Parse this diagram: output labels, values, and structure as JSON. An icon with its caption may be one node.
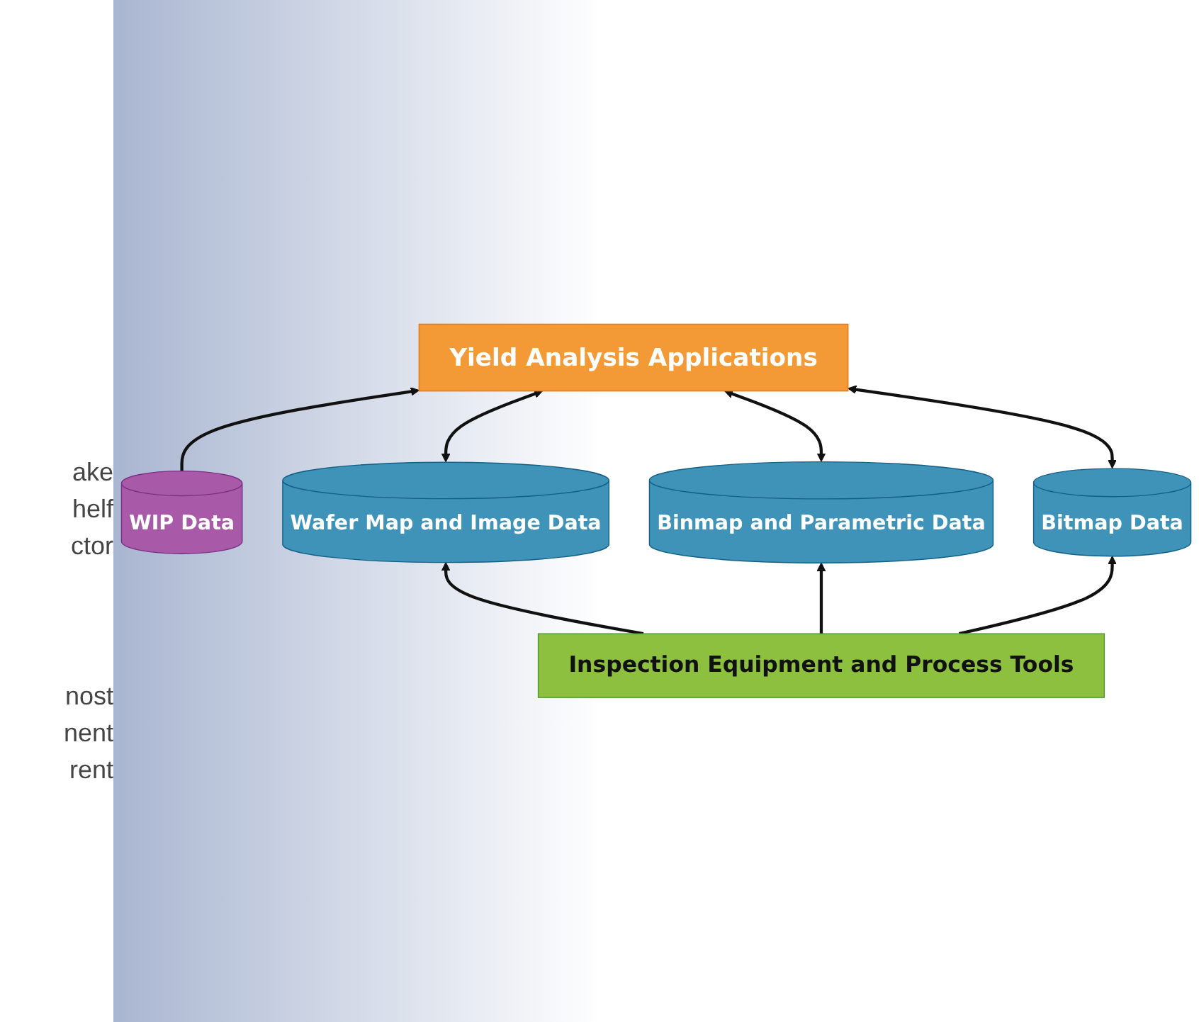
{
  "diagram": {
    "nodes": [
      {
        "text": [
          "WIP Data"
        ]
      },
      {
        "text": [
          "Yield Analysis Applications"
        ]
      },
      {
        "text": [
          "Wafer Map and Image Data"
        ]
      },
      {
        "text": [
          "Binmap and Parametric Data"
        ]
      },
      {
        "text": [
          "Bitmap Data"
        ]
      },
      {
        "text": [
          "Inspection Equipment and Process Tools"
        ]
      }
    ],
    "edges": [
      {
        "from": 0,
        "to": 1,
        "arrow": "to"
      },
      {
        "from": 2,
        "to": 1,
        "arrow": "both"
      },
      {
        "from": 3,
        "to": 1,
        "arrow": "both"
      },
      {
        "from": 4,
        "to": 1,
        "arrow": "both"
      },
      {
        "from": 5,
        "to": 2,
        "arrow": "to"
      },
      {
        "from": 5,
        "to": 3,
        "arrow": "to"
      },
      {
        "from": 5,
        "to": 4,
        "arrow": "to"
      }
    ],
    "labels": [
      "ake",
      "helf",
      "ctor",
      "nost",
      "nent",
      "rent"
    ]
  }
}
